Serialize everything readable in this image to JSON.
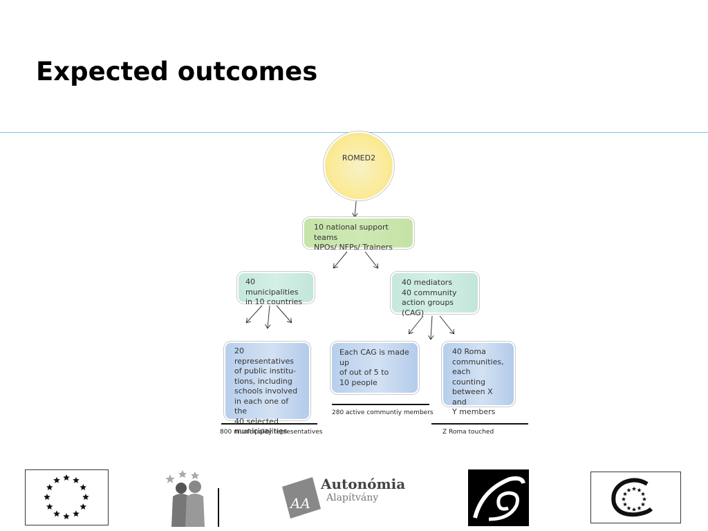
{
  "slide": {
    "title": "Expected outcomes"
  },
  "diagram": {
    "root": "ROMED2",
    "support": "10 national support teams\nNPOs/ NFPs/ Trainers",
    "municipalities": "40 municipalities\nin 10 countries",
    "mediators": "40 mediators\n40 community\naction groups (CAG)",
    "representatives": "20 representatives\nof public institu-\ntions, including\nschools involved\nin each one of the\n40 selected\nmunicipalities",
    "cag": "Each CAG is made up\nof out of 5 to\n10 people",
    "roma": "40 Roma\ncommunities,\neach counting\nbetween X and\nY members",
    "captions": {
      "representatives": "800 municipality representatives",
      "cag": "280 active communtiy members",
      "roma": "Z Roma touched"
    }
  },
  "logos": {
    "autonomia_name": "Autonómia",
    "autonomia_sub": "Alapítvány",
    "autonomia_mark": "AA",
    "eu_flag_color": "#ffffff",
    "names": [
      "eu-flag-logo",
      "romed-people-logo",
      "autonomia-logo",
      "council-spiral-logo",
      "council-of-europe-logo"
    ]
  },
  "colors": {
    "rule": "#7cc3e8",
    "root_fill": "#fbeb9a",
    "green_fill": "#c6e3a9",
    "teal_fill": "#c5e8dc",
    "blue_fill": "#b7cfec"
  }
}
